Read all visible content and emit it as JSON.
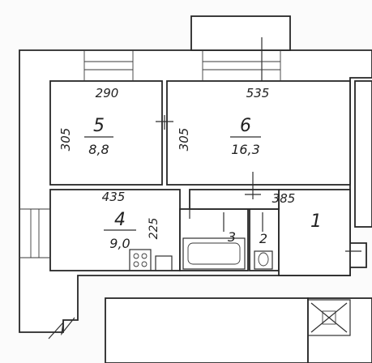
{
  "rooms": [
    {
      "number": "5",
      "area": "8,8"
    },
    {
      "number": "6",
      "area": "16,3"
    },
    {
      "number": "4",
      "area": "9,0"
    },
    {
      "number": "3",
      "area": ""
    },
    {
      "number": "2",
      "area": ""
    },
    {
      "number": "1",
      "area": ""
    }
  ],
  "dimensions": {
    "room5_width": "290",
    "room5_height": "305",
    "room6_width": "535",
    "room6_height": "305",
    "room4_width": "435",
    "room4_height": "225",
    "hall_width": "385"
  },
  "colors": {
    "line": "#262626",
    "paper": "#fbfbfb"
  }
}
